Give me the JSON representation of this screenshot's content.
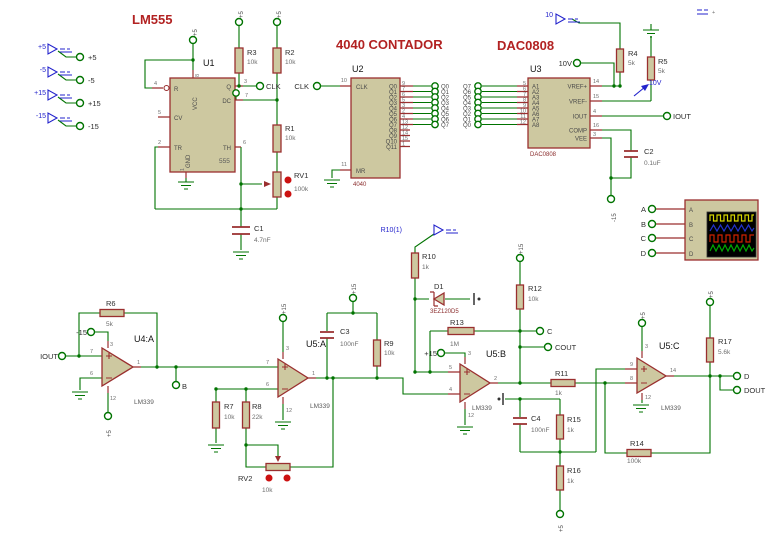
{
  "palette": {
    "wire": "#007300",
    "component": "#9a2f2f",
    "body_fill": "#cdc8a0",
    "title": "#b22222",
    "blue": "#2323cc",
    "label": "#333333",
    "value": "#6e6e6e",
    "screen": "#000000",
    "pot_dot": "#cc1111"
  },
  "titles": {
    "lm555": "LM555",
    "counter": "4040 CONTADOR",
    "dac": "DAC0808"
  },
  "rails": {
    "p5": "+5",
    "m5": "-5",
    "p15": "+15",
    "m15": "-15"
  },
  "sources": {
    "v10": "10",
    "r10_flag": "R10(1)",
    "probe10v": "10V"
  },
  "artifacts": {
    "plus": "+"
  },
  "terminals": {
    "clk": "CLK",
    "iout": "IOUT",
    "b": "B",
    "c": "C",
    "cout": "COUT",
    "d": "D",
    "dout": "DOUT"
  },
  "u1": {
    "ref": "U1",
    "part": "555",
    "r": "R",
    "cv": "CV",
    "tr": "TR",
    "th": "TH",
    "q": "Q",
    "dc": "DC",
    "vcc": "VCC",
    "gnd": "GND",
    "n_r": "4",
    "n_cv": "5",
    "n_tr": "2",
    "n_th": "6",
    "n_q": "3",
    "n_dc": "7",
    "n_vcc": "8",
    "n_gnd": "1"
  },
  "u2": {
    "ref": "U2",
    "part": "4040",
    "clk": "CLK",
    "mr": "MR",
    "n_clk": "10",
    "n_mr": "11",
    "outputs": [
      {
        "name": "Q0",
        "pin": "9"
      },
      {
        "name": "Q1",
        "pin": "7"
      },
      {
        "name": "Q2",
        "pin": "6"
      },
      {
        "name": "Q3",
        "pin": "5"
      },
      {
        "name": "Q4",
        "pin": "3"
      },
      {
        "name": "Q5",
        "pin": "2"
      },
      {
        "name": "Q6",
        "pin": "4"
      },
      {
        "name": "Q7",
        "pin": "13"
      },
      {
        "name": "Q8",
        "pin": "12"
      },
      {
        "name": "Q9",
        "pin": "14"
      },
      {
        "name": "Q10",
        "pin": "15"
      },
      {
        "name": "Q11",
        "pin": "1"
      }
    ],
    "taps": [
      "Q0",
      "Q1",
      "Q2",
      "Q3",
      "Q4",
      "Q5",
      "Q6",
      "Q7"
    ]
  },
  "u3": {
    "ref": "U3",
    "part": "DAC0808",
    "ref10v": "10V",
    "inputs": [
      {
        "name": "A1",
        "pin": "5"
      },
      {
        "name": "A2",
        "pin": "6"
      },
      {
        "name": "A3",
        "pin": "7"
      },
      {
        "name": "A4",
        "pin": "8"
      },
      {
        "name": "A5",
        "pin": "9"
      },
      {
        "name": "A6",
        "pin": "10"
      },
      {
        "name": "A7",
        "pin": "11"
      },
      {
        "name": "A8",
        "pin": "12"
      }
    ],
    "pins": [
      {
        "name": "VREF+",
        "pin": "14"
      },
      {
        "name": "VREF-",
        "pin": "15"
      },
      {
        "name": "IOUT",
        "pin": "4"
      },
      {
        "name": "COMP",
        "pin": "16"
      },
      {
        "name": "VEE",
        "pin": "3"
      }
    ],
    "taps": [
      "Q7",
      "Q6",
      "Q5",
      "Q4",
      "Q3",
      "Q2",
      "Q1",
      "Q0"
    ]
  },
  "opamps": {
    "u4a": {
      "ref": "U4:A",
      "part": "LM339",
      "np": "7",
      "nm": "6",
      "no": "1",
      "nv": "3",
      "ng": "12"
    },
    "u5a": {
      "ref": "U5:A",
      "part": "LM339",
      "np": "7",
      "nm": "6",
      "no": "1",
      "nv": "3",
      "ng": "12"
    },
    "u5b": {
      "ref": "U5:B",
      "part": "LM339",
      "np": "5",
      "nm": "4",
      "no": "2",
      "nv": "3",
      "ng": "12"
    },
    "u5c": {
      "ref": "U5:C",
      "part": "LM339",
      "np": "9",
      "nm": "8",
      "no": "14",
      "nv": "3",
      "ng": "12"
    }
  },
  "parts": {
    "r1": {
      "ref": "R1",
      "val": "10k"
    },
    "r2": {
      "ref": "R2",
      "val": "10k"
    },
    "r3": {
      "ref": "R3",
      "val": "10k"
    },
    "r4": {
      "ref": "R4",
      "val": "5k"
    },
    "r5": {
      "ref": "R5",
      "val": "5k"
    },
    "r6": {
      "ref": "R6",
      "val": "5k"
    },
    "r7": {
      "ref": "R7",
      "val": "10k"
    },
    "r8": {
      "ref": "R8",
      "val": "22k"
    },
    "r9": {
      "ref": "R9",
      "val": "10k"
    },
    "r10": {
      "ref": "R10",
      "val": "1k"
    },
    "r11": {
      "ref": "R11",
      "val": "1k"
    },
    "r12": {
      "ref": "R12",
      "val": "10k"
    },
    "r13": {
      "ref": "R13",
      "val": "1M"
    },
    "r14": {
      "ref": "R14",
      "val": "100k"
    },
    "r15": {
      "ref": "R15",
      "val": "1k"
    },
    "r16": {
      "ref": "R16",
      "val": "1k"
    },
    "r17": {
      "ref": "R17",
      "val": "5.6k"
    },
    "rv1": {
      "ref": "RV1",
      "val": "100k"
    },
    "rv2": {
      "ref": "RV2",
      "val": "10k"
    },
    "c1": {
      "ref": "C1",
      "val": "4.7nF"
    },
    "c2": {
      "ref": "C2",
      "val": "0.1uF"
    },
    "c3": {
      "ref": "C3",
      "val": "100nF"
    },
    "c4": {
      "ref": "C4",
      "val": "100nF"
    },
    "d1": {
      "ref": "D1",
      "val": "3EZ120D5"
    }
  },
  "scope": {
    "channels": [
      "A",
      "B",
      "C",
      "D"
    ],
    "wave_colors": [
      "#d6d600",
      "#2233cc",
      "#cc2200",
      "#00aa00"
    ]
  }
}
